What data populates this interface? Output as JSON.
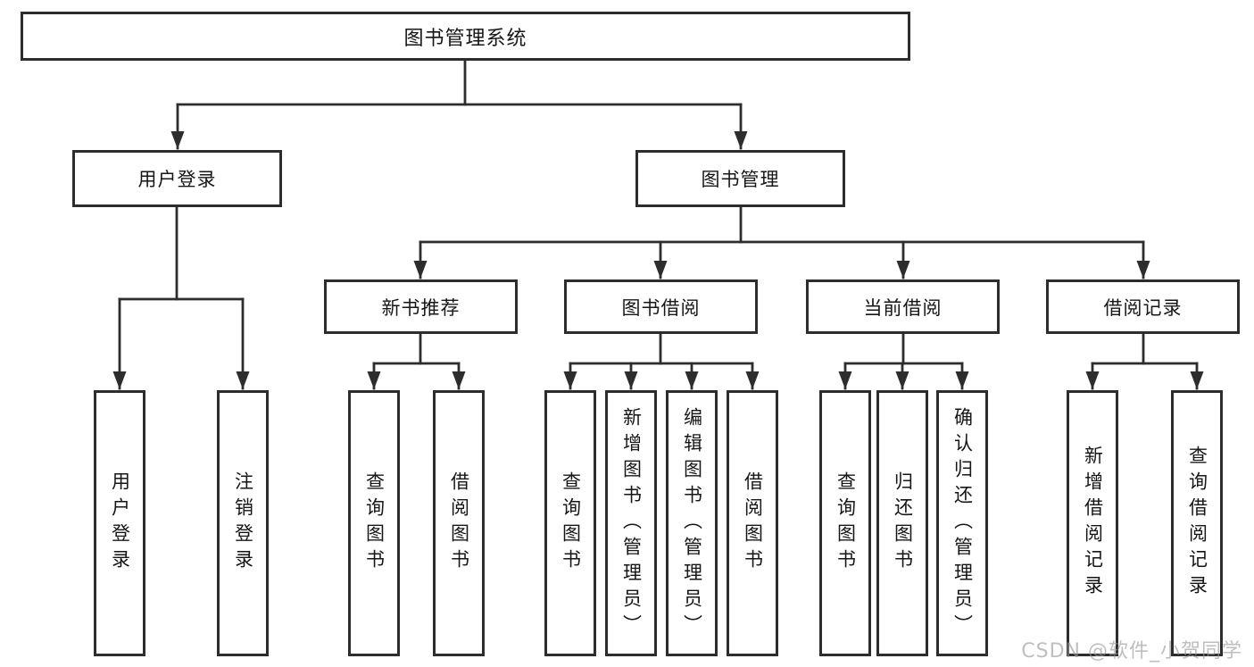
{
  "watermark": {
    "text": "CSDN @软件_小贺同学"
  },
  "colors": {
    "background": "#ffffff",
    "line": "#333333",
    "box_border": "#2d2d2d",
    "text": "#161616",
    "watermark": "#969696"
  },
  "diagram": {
    "type": "tree",
    "root": {
      "label": "图书管理系统"
    },
    "branches": [
      {
        "label": "用户登录",
        "children": [
          {
            "label": "用户登录"
          },
          {
            "label": "注销登录"
          }
        ]
      },
      {
        "label": "图书管理",
        "children": [
          {
            "label": "新书推荐",
            "children": [
              {
                "label": "查询图书"
              },
              {
                "label": "借阅图书"
              }
            ]
          },
          {
            "label": "图书借阅",
            "children": [
              {
                "label": "查询图书"
              },
              {
                "label": "新增图书（管理员）"
              },
              {
                "label": "编辑图书（管理员）"
              },
              {
                "label": "借阅图书"
              }
            ]
          },
          {
            "label": "当前借阅",
            "children": [
              {
                "label": "查询图书"
              },
              {
                "label": "归还图书"
              },
              {
                "label": "确认归还（管理员）"
              }
            ]
          },
          {
            "label": "借阅记录",
            "children": [
              {
                "label": "新增借阅记录"
              },
              {
                "label": "查询借阅记录"
              }
            ]
          }
        ]
      }
    ]
  }
}
